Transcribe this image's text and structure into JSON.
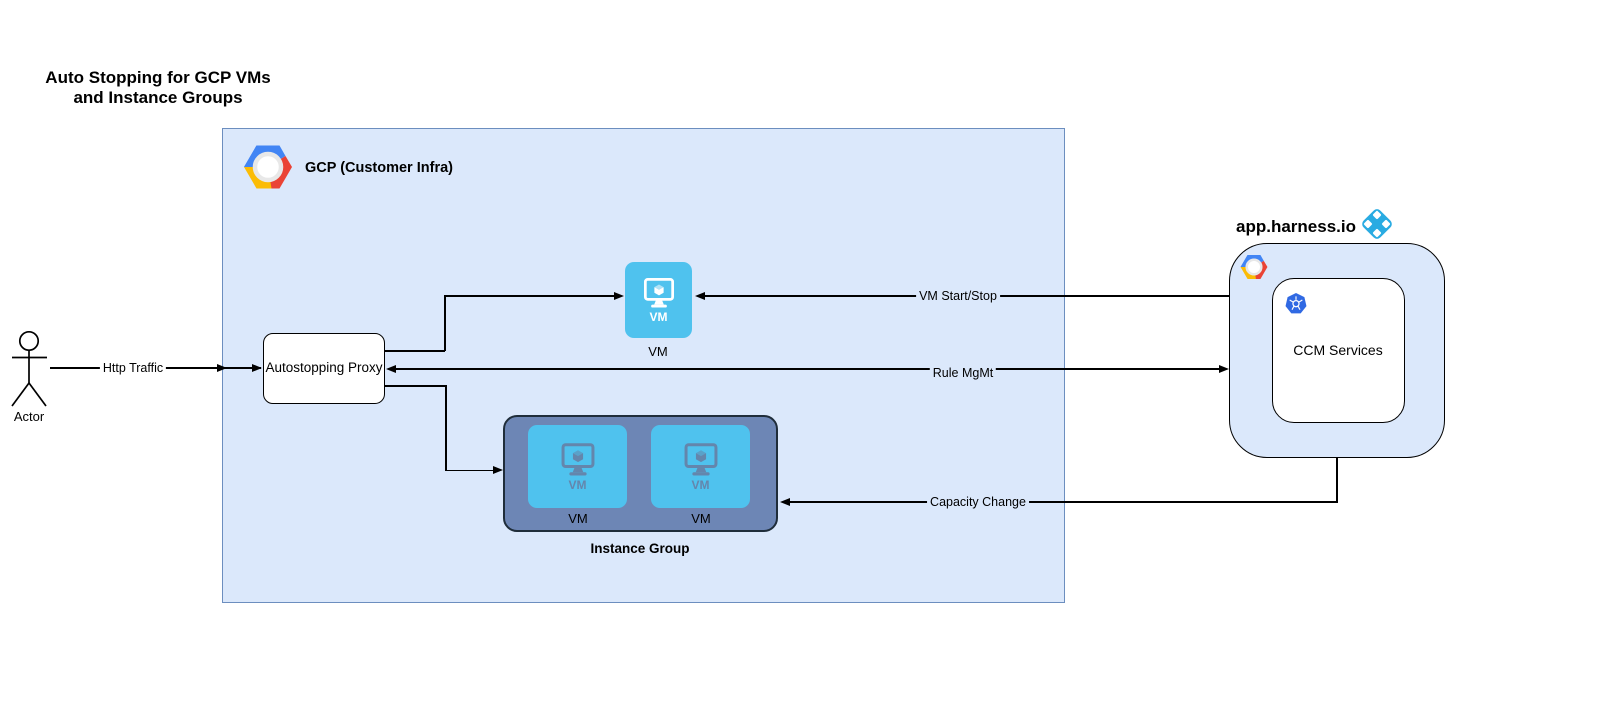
{
  "title": "Auto Stopping for GCP VMs and Instance Groups",
  "actor": {
    "label": "Actor"
  },
  "edges": {
    "http_traffic": "Http Traffic",
    "vm_start_stop": "VM Start/Stop",
    "rule_mgmt": "Rule MgMt",
    "capacity_change": "Capacity Change"
  },
  "gcp": {
    "label": "GCP (Customer Infra)",
    "proxy_label": "Autostopping Proxy",
    "vm": {
      "tile_text": "VM",
      "label": "VM"
    },
    "instance_group": {
      "label": "Instance Group",
      "tiles": [
        {
          "tile_text": "VM",
          "label": "VM"
        },
        {
          "tile_text": "VM",
          "label": "VM"
        }
      ]
    }
  },
  "harness": {
    "domain": "app.harness.io",
    "ccm_label": "CCM Services"
  },
  "colors": {
    "gcp_fill": "#dbe8fb",
    "gcp_border": "#6c8ebf",
    "shape_border": "#000000",
    "tile_blue": "#4fc2ee",
    "group_fill": "#6d86b5",
    "group_border": "#1f2d3a",
    "glyph_muted": "#6486ac",
    "k8s_blue": "#3069e3",
    "harness_blue": "#29abe2",
    "line_color": "#000000"
  }
}
